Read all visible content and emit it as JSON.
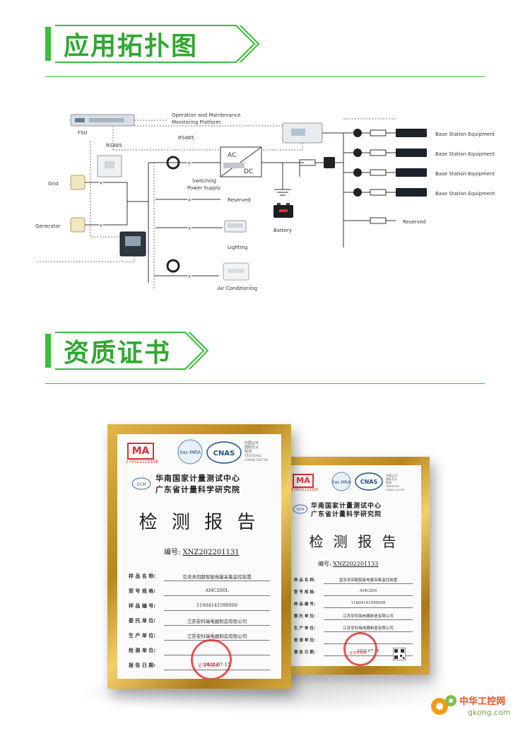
{
  "sections": {
    "topology_title": "应用拓扑图",
    "certificate_title": "资质证书"
  },
  "diagram": {
    "fsu": "FSU",
    "platform_line1": "Operation and Maintenance",
    "platform_line2": "Monitoring Platform",
    "rs485_top": "RS485",
    "rs485_left": "RS485",
    "grid": "Grid",
    "generator": "Generator",
    "ac": "AC",
    "dc": "DC",
    "switching_line1": "Switching",
    "switching_line2": "Power Supply",
    "reserved_mid": "Reserved",
    "lighting": "Lighting",
    "air_conditioning": "Air Conditioning",
    "battery": "Battery",
    "base_station": [
      "Base Station Equipment",
      "Base Station Equipment",
      "Base Station Equipment",
      "Base Station Equipment"
    ],
    "reserved_right": "Reserved"
  },
  "certificates": [
    {
      "ma_logo": "MA",
      "ma_number": "170021112938",
      "ilac": "ilac-MRA",
      "cnas": "CNAS",
      "cnas_small": [
        "中国认可",
        "国际互认",
        "检测",
        "TESTING",
        "CNAS L0730"
      ],
      "scm": "SCM",
      "org1": "华南国家计量测试中心",
      "org2": "广东省计量科学研究院",
      "report_title": "检 测 报 告",
      "number_label": "编号:",
      "number": "XNZ202201131",
      "fields": [
        {
          "label": "样 品 名 称:",
          "value": "交流多回路智能电量采集监控装置"
        },
        {
          "label": "型 号 规 格:",
          "value": "AMC200L"
        },
        {
          "label": "样 品 编 号:",
          "value": "11604141590009"
        },
        {
          "label": "委 托 单 位:",
          "value": "江苏安科瑞电器制造有限公司"
        },
        {
          "label": "生 产 单 位:",
          "value": "江苏安科瑞电器制造有限公司"
        },
        {
          "label": "检 测 单 位:",
          "value": ""
        },
        {
          "label": "报 告 日 期:",
          "value": "2022-07-15"
        }
      ],
      "stamp_text": "证书专用章"
    },
    {
      "ma_logo": "MA",
      "ma_number": "170021112938",
      "ilac": "ilac-MRA",
      "cnas": "CNAS",
      "cnas_small": [
        "中国认可",
        "国际互认",
        "检测",
        "TESTING",
        "CNAS L0730"
      ],
      "scm": "SCM",
      "org1": "华南国家计量测试中心",
      "org2": "广东省计量科学研究院",
      "report_title": "检 测 报 告",
      "number_label": "编号:",
      "number": "XNZ202201133",
      "fields": [
        {
          "label": "样 品 名 称:",
          "value": "直流多回路智能电量采集监控装置"
        },
        {
          "label": "型 号 规 格:",
          "value": "AMC200"
        },
        {
          "label": "样 品 编 号:",
          "value": "11604141590008"
        },
        {
          "label": "委 托 单 位:",
          "value": "江苏安科瑞电器制造有限公司"
        },
        {
          "label": "生 产 单 位:",
          "value": "江苏安科瑞电器制造有限公司"
        },
        {
          "label": "检 测 单 位:",
          "value": ""
        },
        {
          "label": "报 告 日 期:",
          "value": "2022-07-15"
        }
      ],
      "stamp_text": "证书专用章"
    }
  ],
  "watermark": {
    "name": "中华工控网",
    "url": "gkong.com"
  },
  "colors": {
    "accent_green": "#3cbc3c",
    "title_green": "#2fa82f",
    "frame_gold": "#c9962c",
    "stamp_red": "#dd2222"
  }
}
